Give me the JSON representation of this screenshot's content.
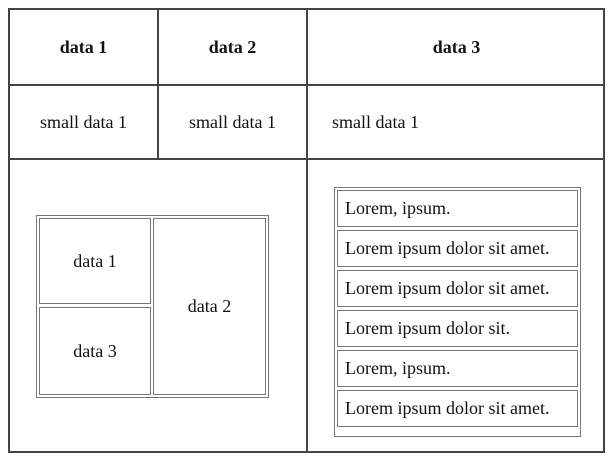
{
  "header": {
    "col1": "data 1",
    "col2": "data 2",
    "col3": "data 3"
  },
  "row2": {
    "col1": "small data 1",
    "col2": "small data 1",
    "col3": "small data 1"
  },
  "nested_table": {
    "top_left": "data 1",
    "right": "data 2",
    "bottom_left": "data 3"
  },
  "list_items": [
    "Lorem, ipsum.",
    "Lorem ipsum dolor sit amet.",
    "Lorem ipsum dolor sit amet.",
    "Lorem ipsum dolor sit.",
    "Lorem, ipsum.",
    "Lorem ipsum dolor sit amet."
  ]
}
